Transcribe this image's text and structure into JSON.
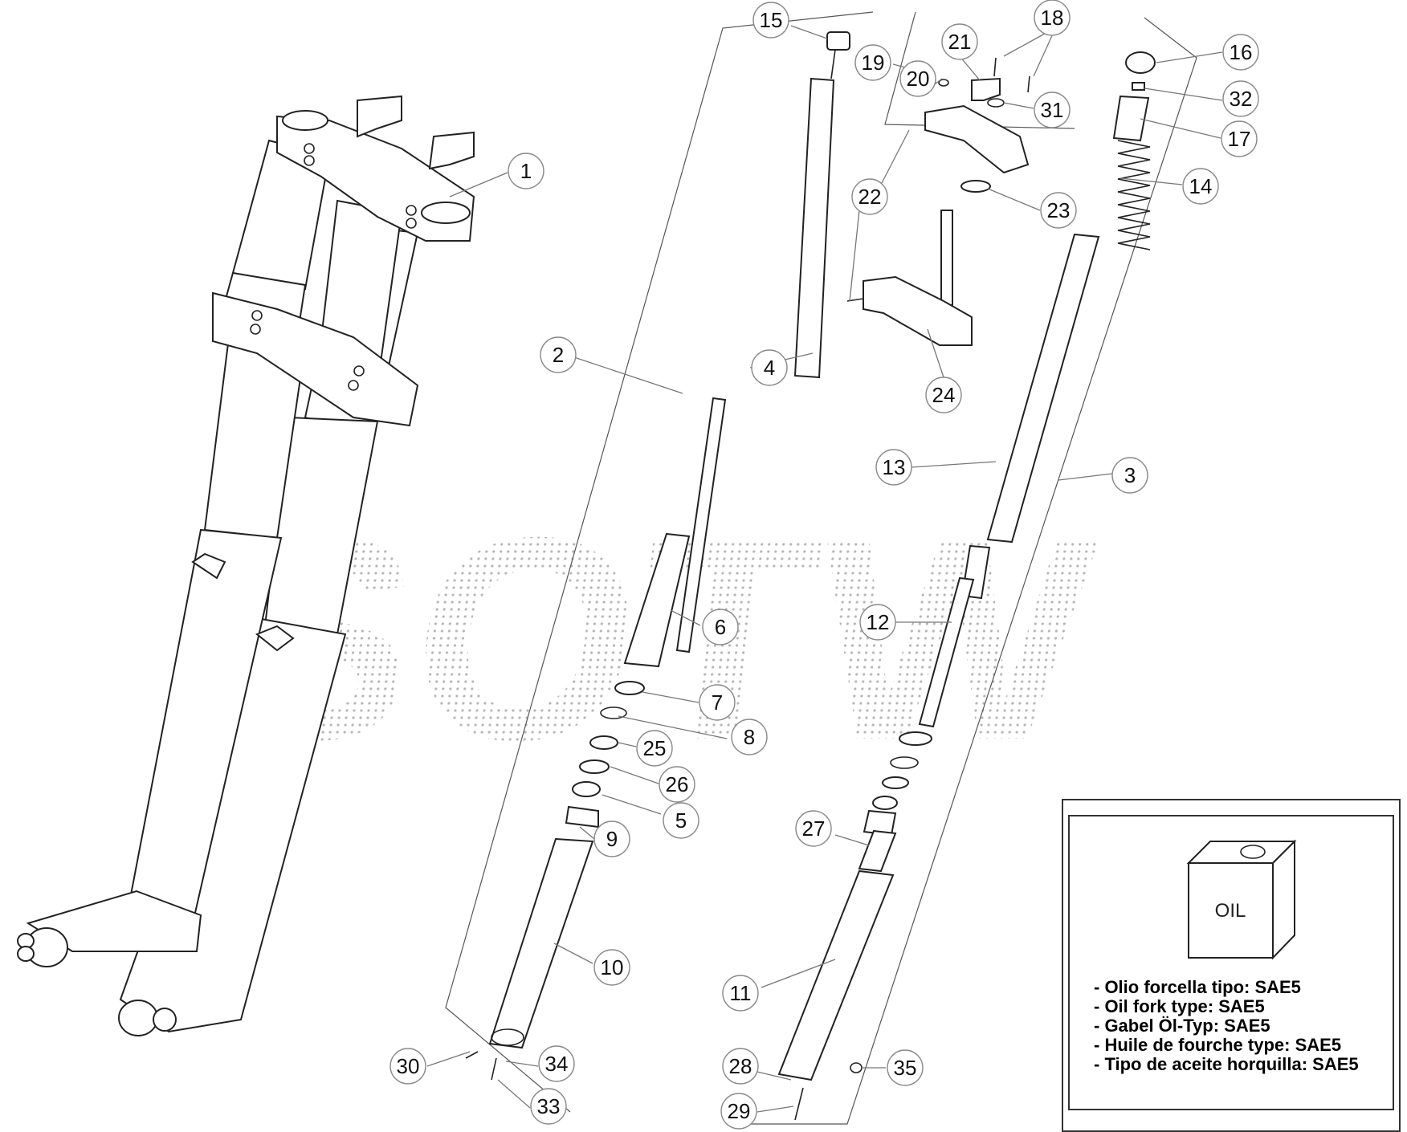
{
  "watermark": "SOTW",
  "callouts": [
    {
      "label": "1"
    },
    {
      "label": "2"
    },
    {
      "label": "3"
    },
    {
      "label": "4"
    },
    {
      "label": "5"
    },
    {
      "label": "6"
    },
    {
      "label": "7"
    },
    {
      "label": "8"
    },
    {
      "label": "9"
    },
    {
      "label": "10"
    },
    {
      "label": "11"
    },
    {
      "label": "12"
    },
    {
      "label": "13"
    },
    {
      "label": "14"
    },
    {
      "label": "15"
    },
    {
      "label": "16"
    },
    {
      "label": "17"
    },
    {
      "label": "18"
    },
    {
      "label": "19"
    },
    {
      "label": "20"
    },
    {
      "label": "21"
    },
    {
      "label": "22"
    },
    {
      "label": "23"
    },
    {
      "label": "24"
    },
    {
      "label": "25"
    },
    {
      "label": "26"
    },
    {
      "label": "27"
    },
    {
      "label": "28"
    },
    {
      "label": "29"
    },
    {
      "label": "30"
    },
    {
      "label": "31"
    },
    {
      "label": "32"
    },
    {
      "label": "33"
    },
    {
      "label": "34"
    },
    {
      "label": "35"
    }
  ],
  "oil_box": {
    "can_label": "OIL",
    "notes": [
      "- Olio forcella tipo: SAE5",
      "- Oil fork type: SAE5",
      "- Gabel Öl-Typ: SAE5",
      "- Huile de fourche type: SAE5",
      "- Tipo de aceite horquilla: SAE5"
    ]
  }
}
